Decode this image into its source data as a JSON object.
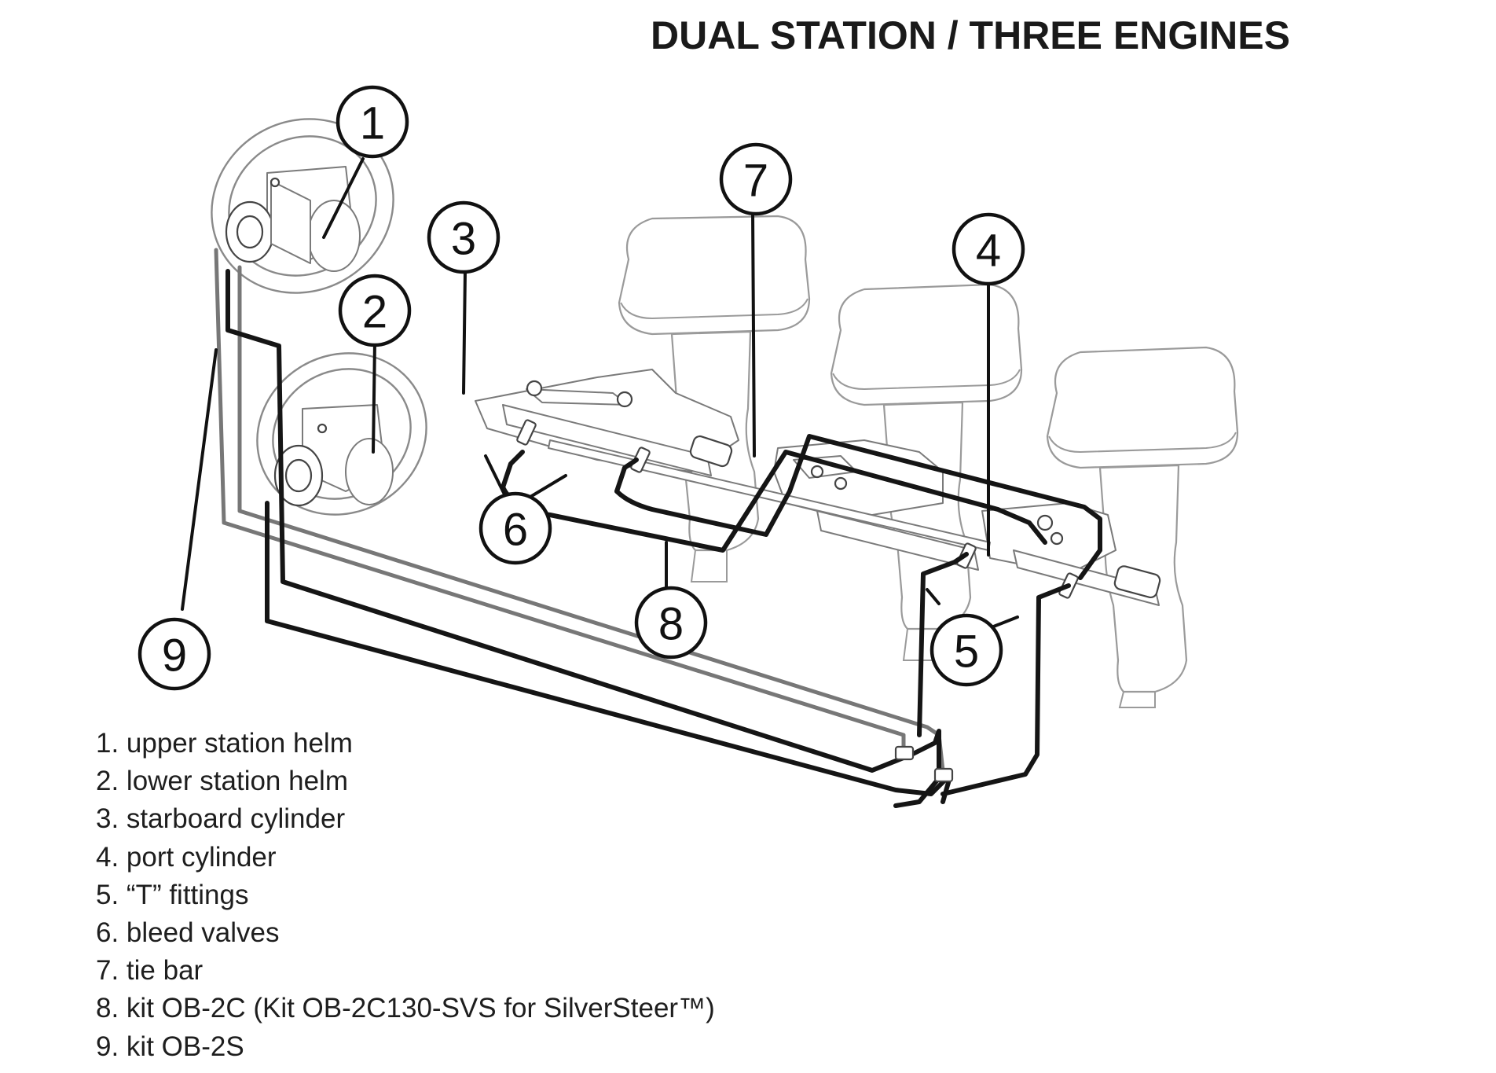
{
  "title": "DUAL STATION / THREE ENGINES",
  "callouts": [
    "1",
    "2",
    "3",
    "4",
    "5",
    "6",
    "7",
    "8",
    "9"
  ],
  "legend": [
    "1. upper station helm",
    "2. lower station helm",
    "3. starboard cylinder",
    "4. port cylinder",
    "5. “T” fittings",
    "6. bleed valves",
    "7. tie bar",
    "8. kit OB-2C (Kit OB-2C130-SVS for SilverSteer™)",
    "9. kit OB-2S"
  ]
}
